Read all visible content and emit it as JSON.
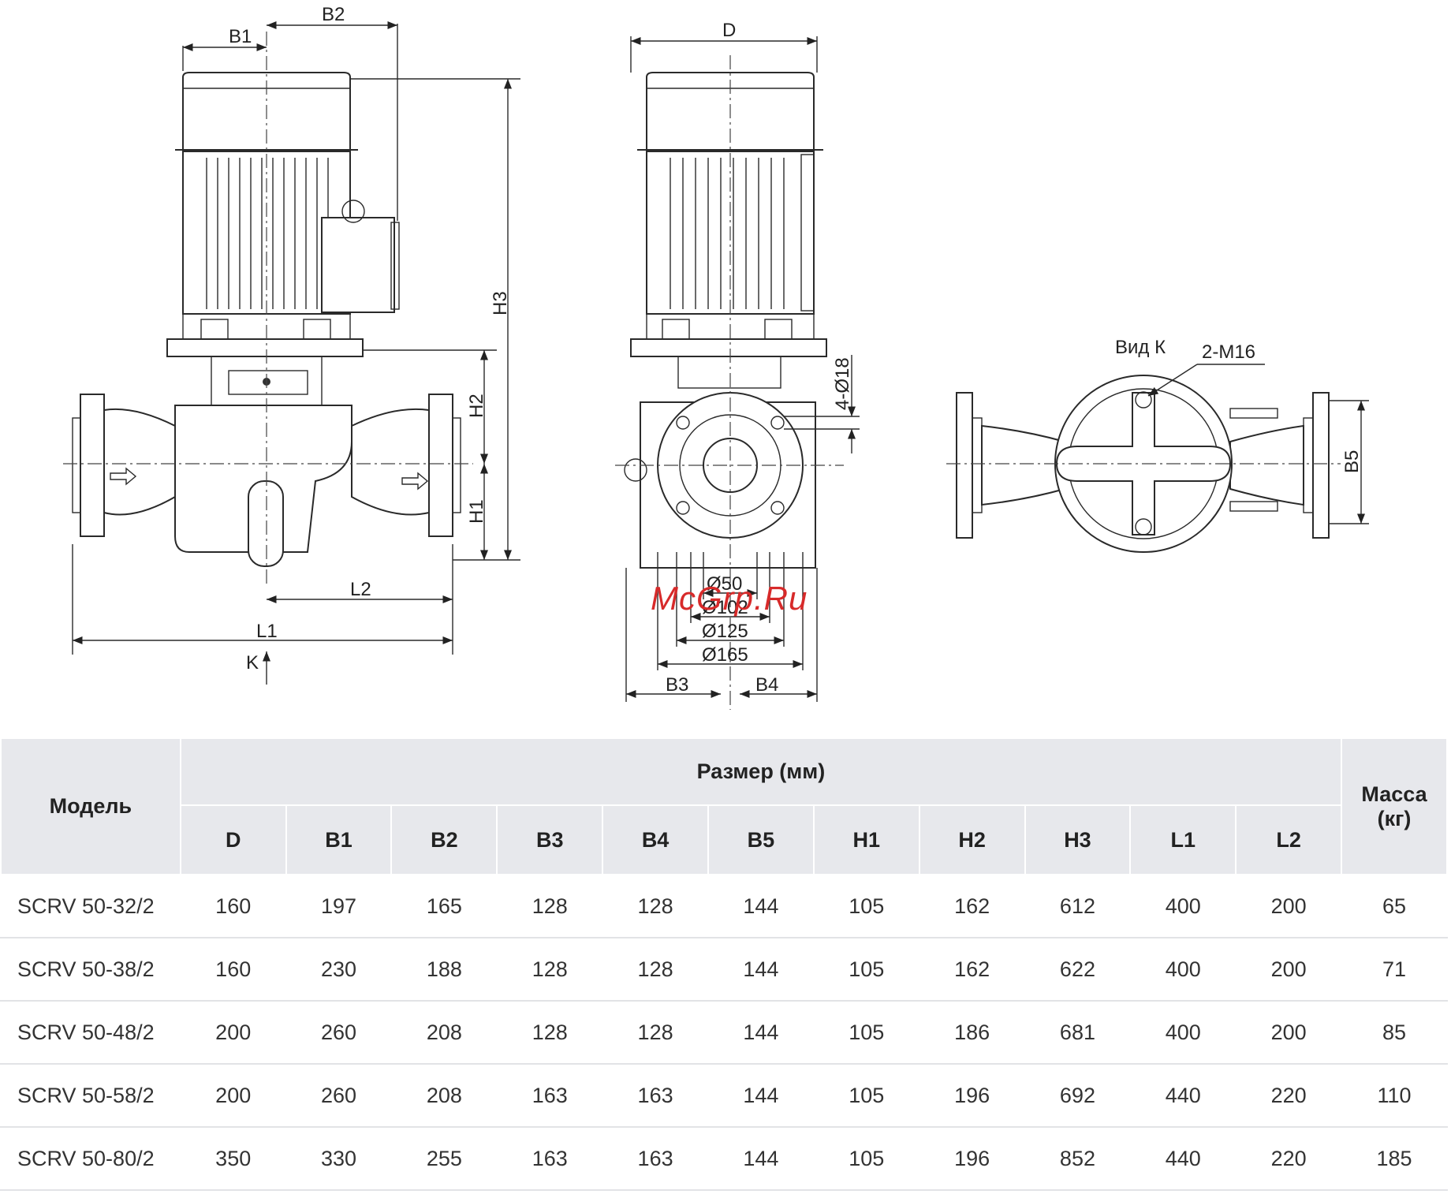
{
  "drawing": {
    "dim_labels": {
      "b1": "B1",
      "b2": "B2",
      "h3": "H3",
      "h2": "H2",
      "h1": "H1",
      "l1": "L1",
      "l2": "L2",
      "k_arrow": "K",
      "d": "D",
      "holes": "4-Ø18",
      "dia_50": "Ø50",
      "dia_102": "Ø102",
      "dia_125": "Ø125",
      "dia_165": "Ø165",
      "b3": "B3",
      "b4": "B4",
      "view_k": "Вид К",
      "bolt": "2-M16",
      "b5": "B5"
    },
    "watermark": "McGrp.Ru"
  },
  "table": {
    "model_header": "Модель",
    "size_header": "Размер (мм)",
    "mass_header_line1": "Масса",
    "mass_header_line2": "(кг)",
    "columns": [
      "D",
      "B1",
      "B2",
      "B3",
      "B4",
      "B5",
      "H1",
      "H2",
      "H3",
      "L1",
      "L2"
    ],
    "rows": [
      {
        "model": "SCRV 50-32/2",
        "values": [
          "160",
          "197",
          "165",
          "128",
          "128",
          "144",
          "105",
          "162",
          "612",
          "400",
          "200"
        ],
        "mass": "65"
      },
      {
        "model": "SCRV 50-38/2",
        "values": [
          "160",
          "230",
          "188",
          "128",
          "128",
          "144",
          "105",
          "162",
          "622",
          "400",
          "200"
        ],
        "mass": "71"
      },
      {
        "model": "SCRV 50-48/2",
        "values": [
          "200",
          "260",
          "208",
          "128",
          "128",
          "144",
          "105",
          "186",
          "681",
          "400",
          "200"
        ],
        "mass": "85"
      },
      {
        "model": "SCRV 50-58/2",
        "values": [
          "200",
          "260",
          "208",
          "163",
          "163",
          "144",
          "105",
          "196",
          "692",
          "440",
          "220"
        ],
        "mass": "110"
      },
      {
        "model": "SCRV 50-80/2",
        "values": [
          "350",
          "330",
          "255",
          "163",
          "163",
          "144",
          "105",
          "196",
          "852",
          "440",
          "220"
        ],
        "mass": "185"
      }
    ]
  }
}
